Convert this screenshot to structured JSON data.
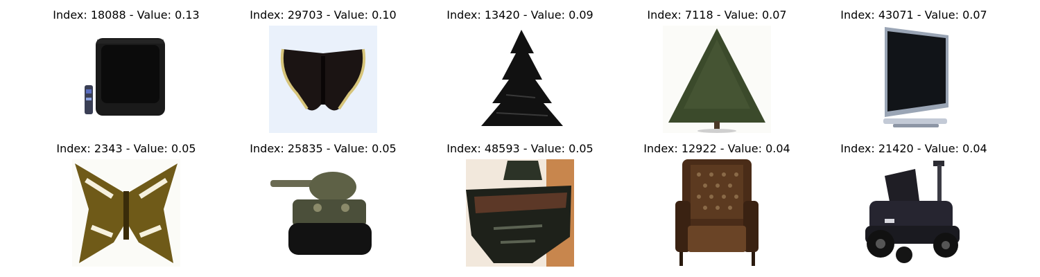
{
  "grid": {
    "items": [
      {
        "title": "Index: 18088 - Value: 0.13",
        "subject": "tv-with-remote"
      },
      {
        "title": "Index: 29703 - Value: 0.10",
        "subject": "butterfly-dark"
      },
      {
        "title": "Index: 13420 - Value: 0.09",
        "subject": "pine-tree-dark"
      },
      {
        "title": "Index: 7118 - Value: 0.07",
        "subject": "pine-tree-green"
      },
      {
        "title": "Index: 43071 - Value: 0.07",
        "subject": "flat-tv"
      },
      {
        "title": "Index: 2343 - Value: 0.05",
        "subject": "butterfly-brown"
      },
      {
        "title": "Index: 25835 - Value: 0.05",
        "subject": "toy-tank"
      },
      {
        "title": "Index: 48593 - Value: 0.05",
        "subject": "tank-closeup"
      },
      {
        "title": "Index: 12922 - Value: 0.04",
        "subject": "armchair"
      },
      {
        "title": "Index: 21420 - Value: 0.04",
        "subject": "riding-mower"
      }
    ]
  }
}
